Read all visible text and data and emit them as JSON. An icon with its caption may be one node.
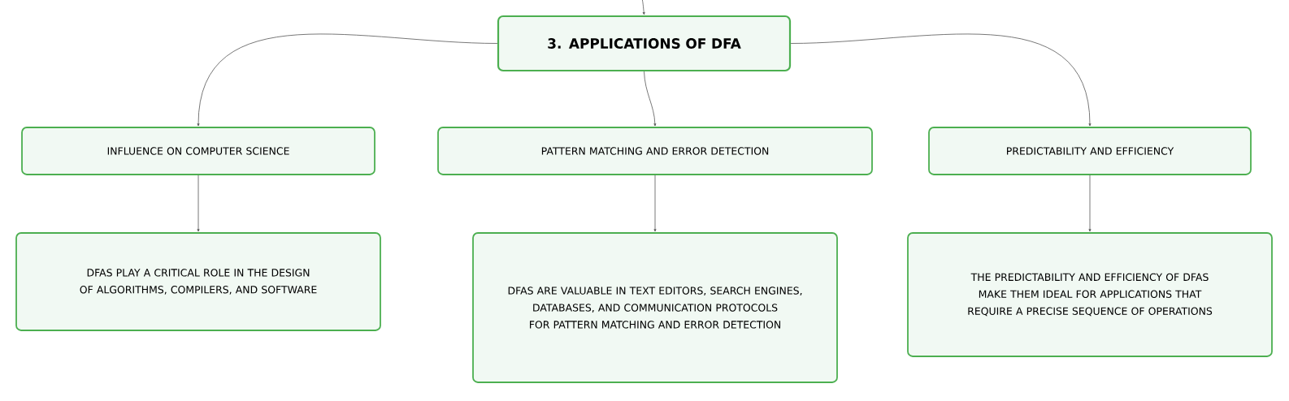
{
  "diagram": {
    "nodes": [
      {
        "text": [
          "3. APPLICATIONS OF DFA"
        ]
      },
      {
        "text": [
          "INFLUENCE ON COMPUTER SCIENCE"
        ]
      },
      {
        "text": [
          "PATTERN MATCHING AND ERROR DETECTION"
        ]
      },
      {
        "text": [
          "PREDICTABILITY AND EFFICIENCY"
        ]
      },
      {
        "text": [
          "DFAS PLAY A CRITICAL ROLE IN THE DESIGN OF ALGORITHMS, COMPILERS, AND SOFTWARE"
        ]
      },
      {
        "text": [
          "DFAS ARE VALUABLE IN TEXT EDITORS, SEARCH ENGINES, DATABASES, AND COMMUNICATION PROTOCOLS FOR PATTERN MATCHING AND ERROR DETECTION"
        ]
      },
      {
        "text": [
          "THE PREDICTABILITY AND EFFICIENCY OF DFAS MAKE THEM IDEAL FOR APPLICATIONS THAT REQUIRE A PRECISE SEQUENCE OF OPERATIONS"
        ]
      }
    ],
    "edges": [
      {
        "from": null,
        "to": 0,
        "arrow": "to"
      },
      {
        "from": 0,
        "to": 1,
        "arrow": "to"
      },
      {
        "from": 0,
        "to": 2,
        "arrow": "to"
      },
      {
        "from": 0,
        "to": 3,
        "arrow": "to"
      },
      {
        "from": 1,
        "to": 4,
        "arrow": "to"
      },
      {
        "from": 2,
        "to": 5,
        "arrow": "to"
      },
      {
        "from": 3,
        "to": 6,
        "arrow": "to"
      }
    ]
  }
}
